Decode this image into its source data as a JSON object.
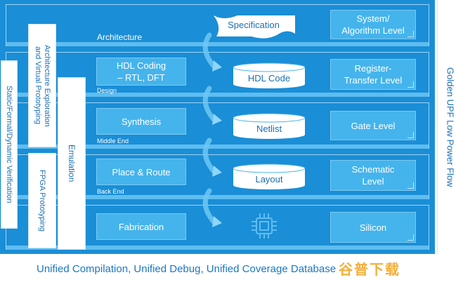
{
  "left_labels": {
    "architecture": "Architecture",
    "design": "Design",
    "middle_end": "Middle End",
    "back_end": "Back End"
  },
  "flow_boxes": {
    "hdl_coding": "HDL Coding\n– RTL, DFT",
    "synthesis": "Synthesis",
    "place_route": "Place & Route",
    "fabrication": "Fabrication"
  },
  "center_items": {
    "specification": "Specification",
    "hdl_code": "HDL Code",
    "netlist": "Netlist",
    "layout": "Layout"
  },
  "levels": {
    "system": "System/\nAlgorithm Level",
    "rtl": "Register-\nTransfer Level",
    "gate": "Gate Level",
    "schematic": "Schematic\nLevel",
    "silicon": "Silicon"
  },
  "vertical_labels": {
    "static_formal": "Static/Formal/Dynamic Verification",
    "arch_exploration": "Architecture Exploration\nand Virtual Prototyping",
    "fpga": "FPGA Prototyping",
    "emulation": "Emulation",
    "golden_upf": "Golden UPF Low Power Flow"
  },
  "bottom_bar": "Unified Compilation, Unified Debug, Unified Coverage Database",
  "watermark": "谷普下载",
  "colors": {
    "panel": "#1a8ed6",
    "box": "#45b4ec",
    "text_blue": "#1a6fb5",
    "watermark": "#f5a623"
  }
}
